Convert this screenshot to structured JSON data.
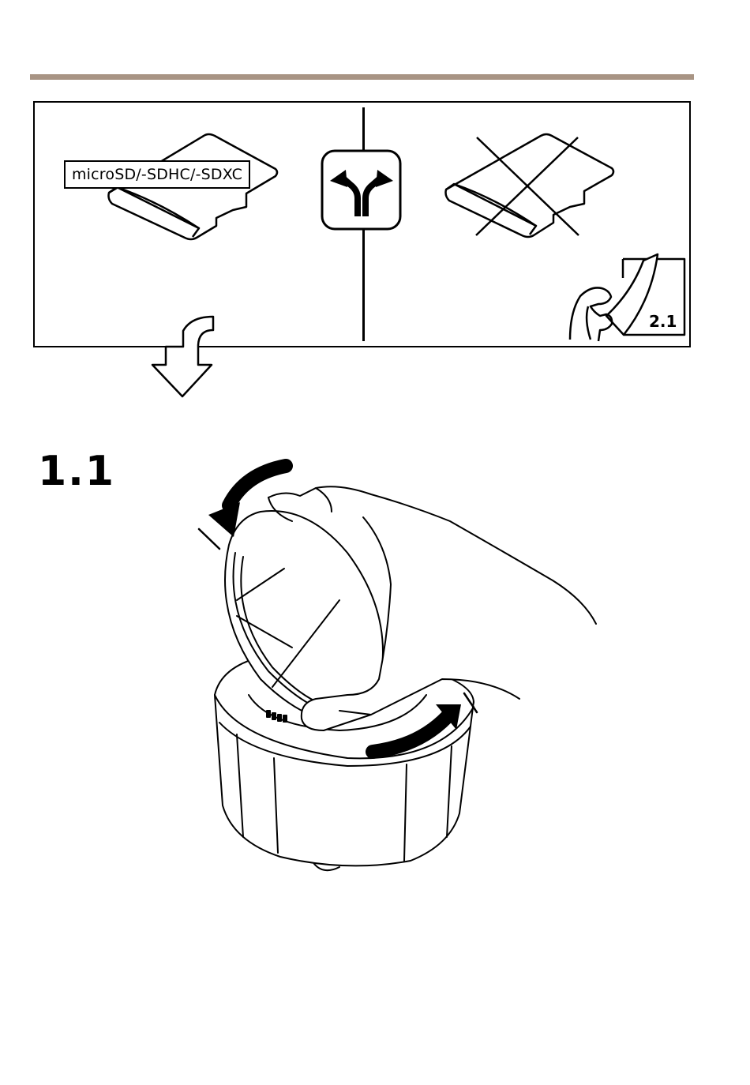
{
  "card_panel": {
    "supported_card_label": "microSD/-SDHC/-SDXC",
    "reference_step": "2.1"
  },
  "step": {
    "number": "1.1"
  },
  "colors": {
    "top_rule": "#a89484",
    "line": "#000000"
  },
  "icons": {
    "supported_card": "microsd-card-icon",
    "unsupported_card": "crossed-out-card-icon",
    "fork_arrow": "fork-arrow-icon",
    "down_arrow": "curved-down-arrow-icon",
    "page_turn": "page-turn-hand-icon"
  }
}
